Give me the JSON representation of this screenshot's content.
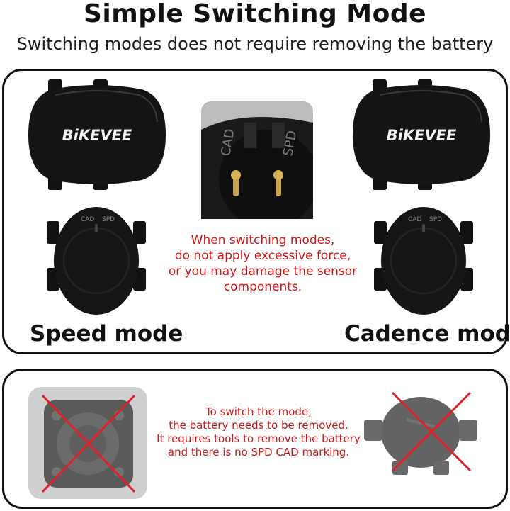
{
  "header": {
    "title": "Simple Switching Mode",
    "subtitle": "Switching modes does not require removing the battery"
  },
  "top_panel": {
    "left_label": "Speed mode",
    "right_label": "Cadence mode",
    "brand_logo": "BiKEVEE",
    "cad_marking": "CAD",
    "spd_marking": "SPD",
    "warning_lines": [
      "When switching modes,",
      "do not apply excessive force,",
      "or you may damage the sensor",
      "components."
    ]
  },
  "bottom_panel": {
    "note_lines": [
      "To switch the mode,",
      "the battery needs to be removed.",
      "It requires tools to remove the battery",
      "and there is no SPD CAD marking."
    ]
  },
  "colors": {
    "warning": "#d01515",
    "cross": "#e0202a",
    "sensor_body": "#121212"
  }
}
